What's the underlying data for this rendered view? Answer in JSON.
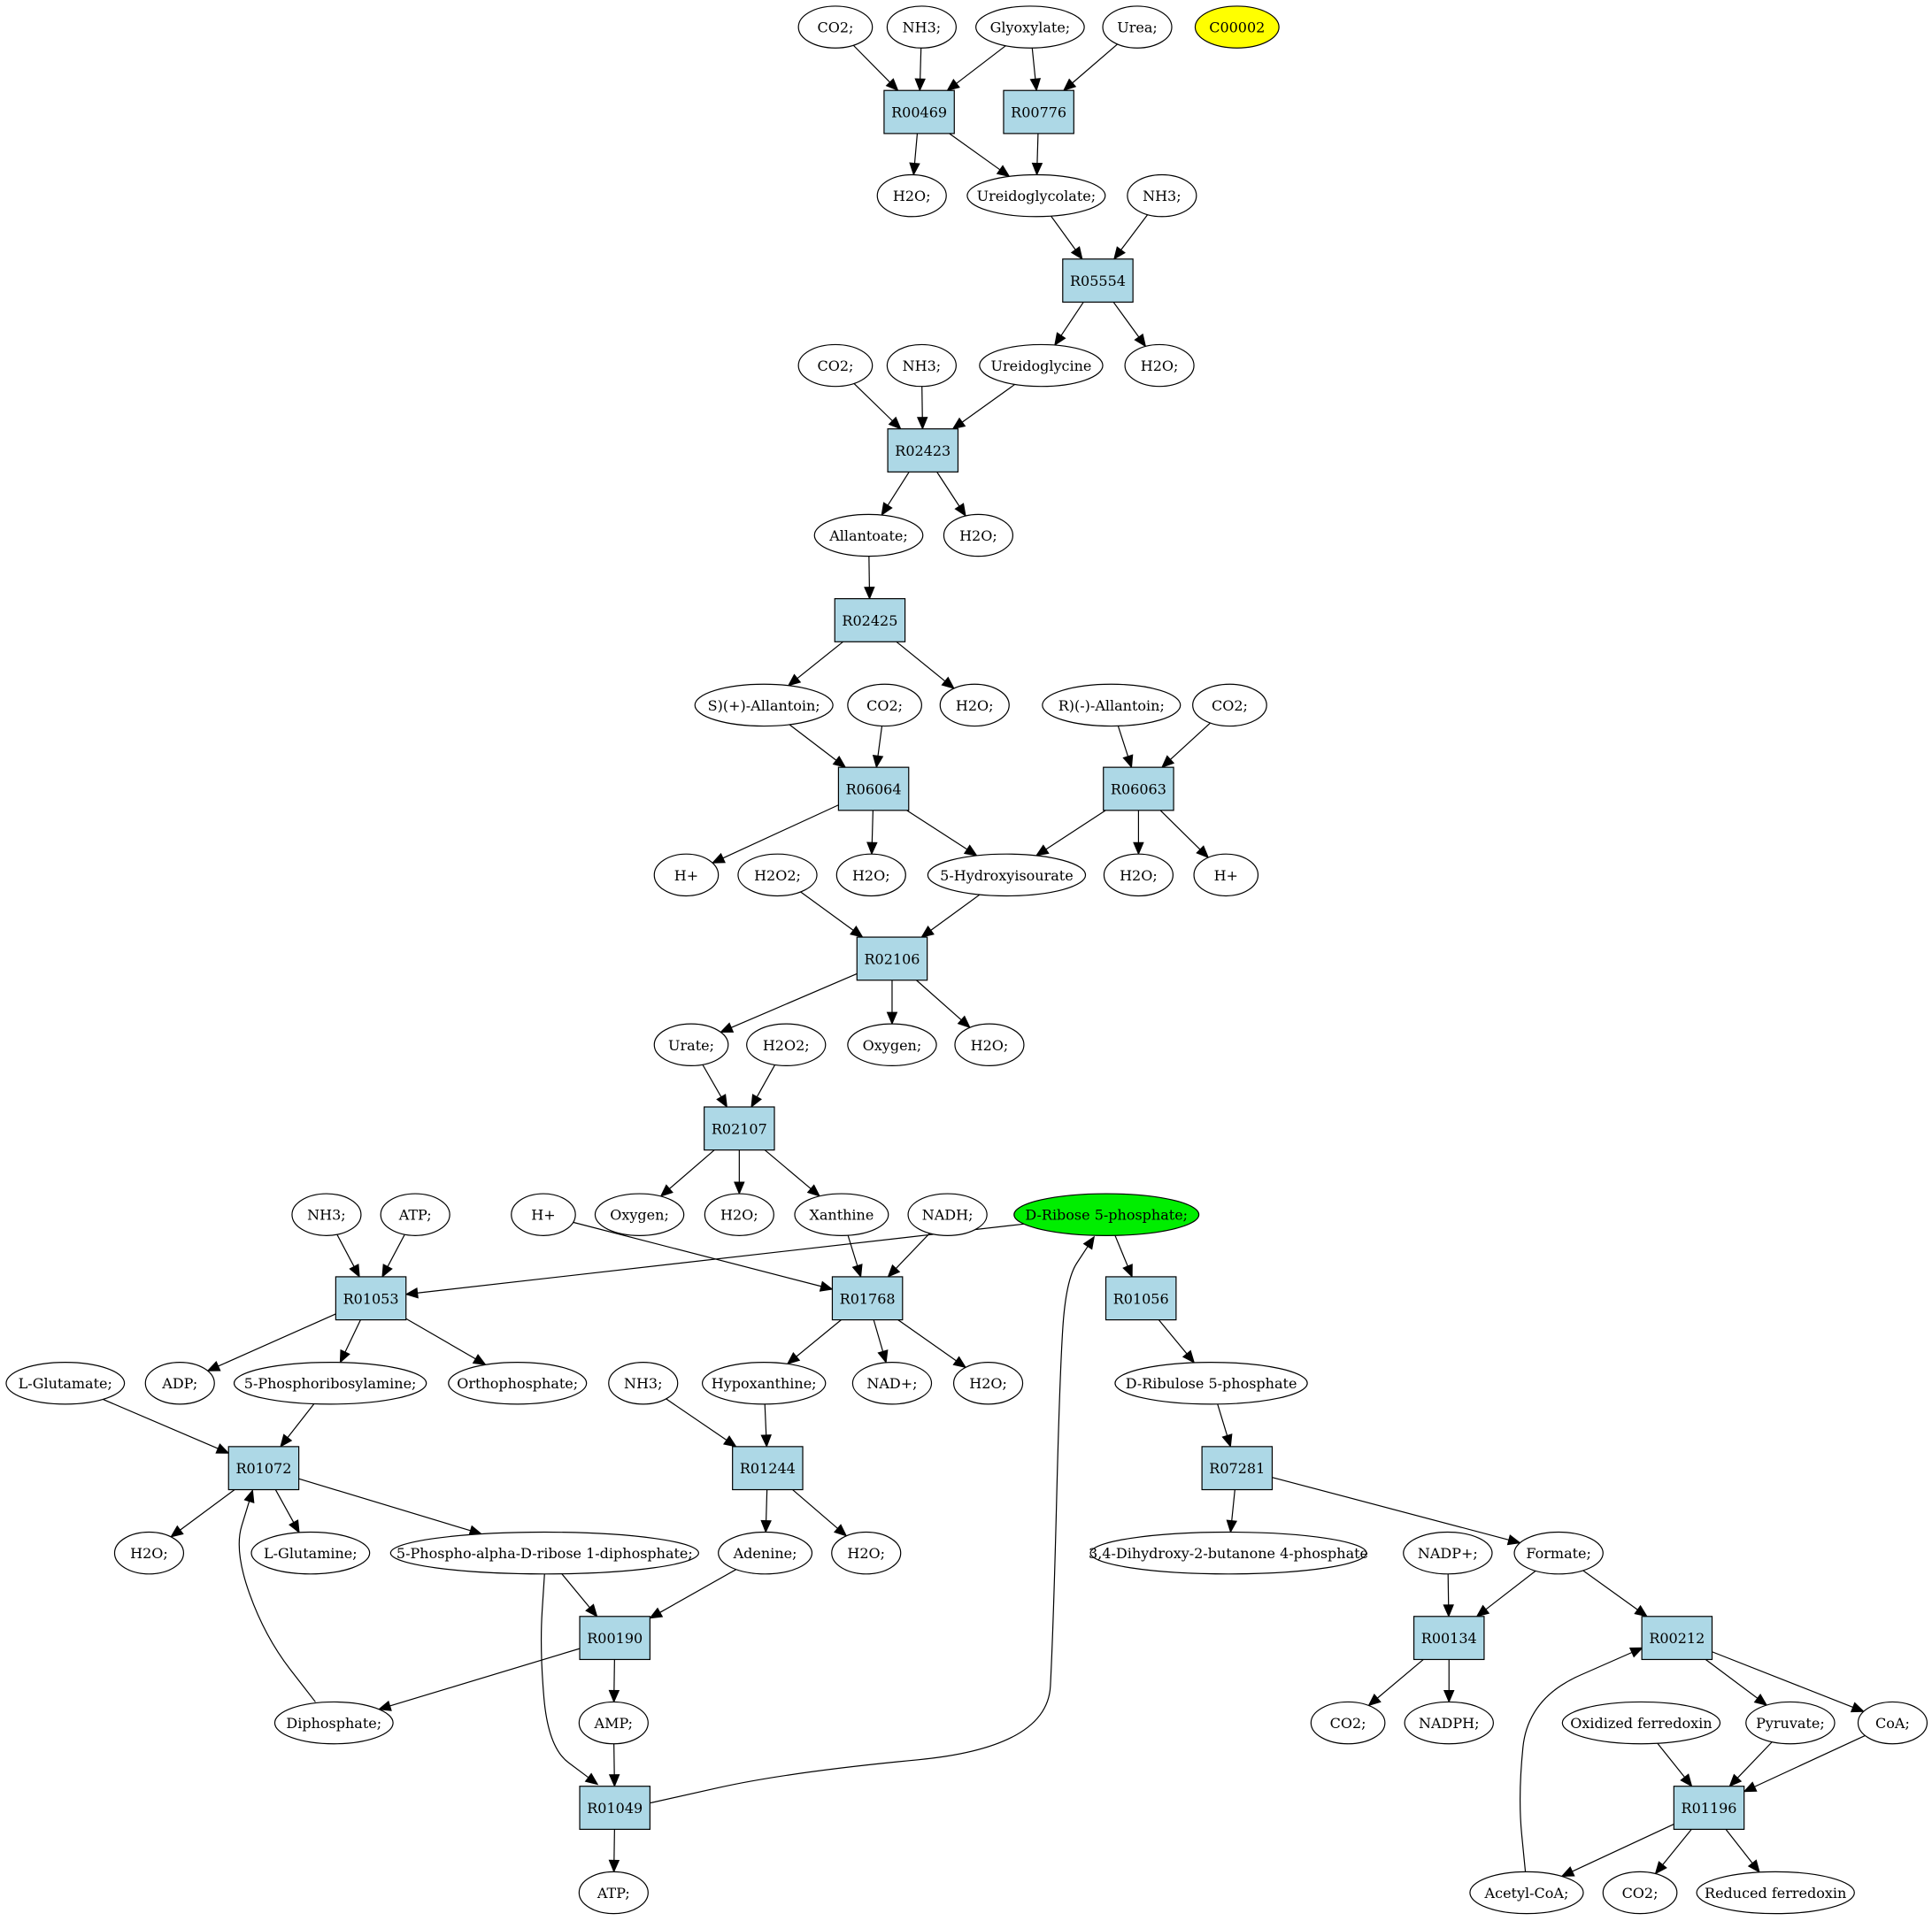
{
  "colors": {
    "reaction_fill": "#add8e6",
    "compound_fill": "#ffffff",
    "highlight_yellow": "#ffff00",
    "highlight_green": "#00ee00",
    "stroke": "#000000"
  },
  "nodes": [
    {
      "id": "c_co2_1",
      "label": "CO2;",
      "kind": "compound"
    },
    {
      "id": "c_nh3_1",
      "label": "NH3;",
      "kind": "compound"
    },
    {
      "id": "c_glyoxylate",
      "label": "Glyoxylate;",
      "kind": "compound"
    },
    {
      "id": "c_urea",
      "label": "Urea;",
      "kind": "compound"
    },
    {
      "id": "c_c00002",
      "label": "C00002",
      "kind": "compound",
      "fill": "#ffff00"
    },
    {
      "id": "r_R00469",
      "label": "R00469",
      "kind": "reaction"
    },
    {
      "id": "r_R00776",
      "label": "R00776",
      "kind": "reaction"
    },
    {
      "id": "c_h2o_1",
      "label": "H2O;",
      "kind": "compound"
    },
    {
      "id": "c_ureidoglycolate",
      "label": "Ureidoglycolate;",
      "kind": "compound"
    },
    {
      "id": "c_nh3_2",
      "label": "NH3;",
      "kind": "compound"
    },
    {
      "id": "r_R05554",
      "label": "R05554",
      "kind": "reaction"
    },
    {
      "id": "c_co2_2",
      "label": "CO2;",
      "kind": "compound"
    },
    {
      "id": "c_nh3_3",
      "label": "NH3;",
      "kind": "compound"
    },
    {
      "id": "c_ureidoglycine",
      "label": "Ureidoglycine",
      "kind": "compound"
    },
    {
      "id": "c_h2o_2",
      "label": "H2O;",
      "kind": "compound"
    },
    {
      "id": "r_R02423",
      "label": "R02423",
      "kind": "reaction"
    },
    {
      "id": "c_allantoate",
      "label": "Allantoate;",
      "kind": "compound"
    },
    {
      "id": "c_h2o_3",
      "label": "H2O;",
      "kind": "compound"
    },
    {
      "id": "r_R02425",
      "label": "R02425",
      "kind": "reaction"
    },
    {
      "id": "c_s_allantoin",
      "label": "S)(+)-Allantoin;",
      "kind": "compound"
    },
    {
      "id": "c_co2_3",
      "label": "CO2;",
      "kind": "compound"
    },
    {
      "id": "c_h2o_4",
      "label": "H2O;",
      "kind": "compound"
    },
    {
      "id": "c_r_allantoin",
      "label": "R)(-)-Allantoin;",
      "kind": "compound"
    },
    {
      "id": "c_co2_4",
      "label": "CO2;",
      "kind": "compound"
    },
    {
      "id": "r_R06064",
      "label": "R06064",
      "kind": "reaction"
    },
    {
      "id": "r_R06063",
      "label": "R06063",
      "kind": "reaction"
    },
    {
      "id": "c_hplus_1",
      "label": "H+",
      "kind": "compound"
    },
    {
      "id": "c_h2o2_1",
      "label": "H2O2;",
      "kind": "compound"
    },
    {
      "id": "c_h2o_5",
      "label": "H2O;",
      "kind": "compound"
    },
    {
      "id": "c_hydroxyisourate",
      "label": "5-Hydroxyisourate",
      "kind": "compound"
    },
    {
      "id": "c_h2o_6",
      "label": "H2O;",
      "kind": "compound"
    },
    {
      "id": "c_hplus_2",
      "label": "H+",
      "kind": "compound"
    },
    {
      "id": "r_R02106",
      "label": "R02106",
      "kind": "reaction"
    },
    {
      "id": "c_urate",
      "label": "Urate;",
      "kind": "compound"
    },
    {
      "id": "c_h2o2_2",
      "label": "H2O2;",
      "kind": "compound"
    },
    {
      "id": "c_oxygen_1",
      "label": "Oxygen;",
      "kind": "compound"
    },
    {
      "id": "c_h2o_7",
      "label": "H2O;",
      "kind": "compound"
    },
    {
      "id": "r_R02107",
      "label": "R02107",
      "kind": "reaction"
    },
    {
      "id": "c_nh3_4",
      "label": "NH3;",
      "kind": "compound"
    },
    {
      "id": "c_atp_1",
      "label": "ATP;",
      "kind": "compound"
    },
    {
      "id": "c_hplus_3",
      "label": "H+",
      "kind": "compound"
    },
    {
      "id": "c_oxygen_2",
      "label": "Oxygen;",
      "kind": "compound"
    },
    {
      "id": "c_h2o_8",
      "label": "H2O;",
      "kind": "compound"
    },
    {
      "id": "c_xanthine",
      "label": "Xanthine",
      "kind": "compound"
    },
    {
      "id": "c_nadh",
      "label": "NADH;",
      "kind": "compound"
    },
    {
      "id": "c_ribose5p",
      "label": "D-Ribose 5-phosphate;",
      "kind": "compound",
      "fill": "#00ee00"
    },
    {
      "id": "r_R01053",
      "label": "R01053",
      "kind": "reaction"
    },
    {
      "id": "r_R01768",
      "label": "R01768",
      "kind": "reaction"
    },
    {
      "id": "r_R01056",
      "label": "R01056",
      "kind": "reaction"
    },
    {
      "id": "c_lglutamate",
      "label": "L-Glutamate;",
      "kind": "compound"
    },
    {
      "id": "c_adp",
      "label": "ADP;",
      "kind": "compound"
    },
    {
      "id": "c_prpamine",
      "label": "5-Phosphoribosylamine;",
      "kind": "compound"
    },
    {
      "id": "c_orthophosphate",
      "label": "Orthophosphate;",
      "kind": "compound"
    },
    {
      "id": "c_nh3_5",
      "label": "NH3;",
      "kind": "compound"
    },
    {
      "id": "c_hypoxanthine",
      "label": "Hypoxanthine;",
      "kind": "compound"
    },
    {
      "id": "c_nadplus",
      "label": "NAD+;",
      "kind": "compound"
    },
    {
      "id": "c_h2o_9",
      "label": "H2O;",
      "kind": "compound"
    },
    {
      "id": "c_ribulose5p",
      "label": "D-Ribulose 5-phosphate",
      "kind": "compound"
    },
    {
      "id": "r_R01072",
      "label": "R01072",
      "kind": "reaction"
    },
    {
      "id": "r_R01244",
      "label": "R01244",
      "kind": "reaction"
    },
    {
      "id": "r_R07281",
      "label": "R07281",
      "kind": "reaction"
    },
    {
      "id": "c_h2o_10",
      "label": "H2O;",
      "kind": "compound"
    },
    {
      "id": "c_lglutamine",
      "label": "L-Glutamine;",
      "kind": "compound"
    },
    {
      "id": "c_prpp",
      "label": "5-Phospho-alpha-D-ribose 1-diphosphate;",
      "kind": "compound"
    },
    {
      "id": "c_adenine",
      "label": "Adenine;",
      "kind": "compound"
    },
    {
      "id": "c_h2o_11",
      "label": "H2O;",
      "kind": "compound"
    },
    {
      "id": "c_dhbp",
      "label": "3,4-Dihydroxy-2-butanone 4-phosphate",
      "kind": "compound"
    },
    {
      "id": "c_nadpplus",
      "label": "NADP+;",
      "kind": "compound"
    },
    {
      "id": "c_formate",
      "label": "Formate;",
      "kind": "compound"
    },
    {
      "id": "r_R00190",
      "label": "R00190",
      "kind": "reaction"
    },
    {
      "id": "r_R00134",
      "label": "R00134",
      "kind": "reaction"
    },
    {
      "id": "r_R00212",
      "label": "R00212",
      "kind": "reaction"
    },
    {
      "id": "c_diphosphate",
      "label": "Diphosphate;",
      "kind": "compound"
    },
    {
      "id": "c_amp",
      "label": "AMP;",
      "kind": "compound"
    },
    {
      "id": "c_co2_5",
      "label": "CO2;",
      "kind": "compound"
    },
    {
      "id": "c_nadph",
      "label": "NADPH;",
      "kind": "compound"
    },
    {
      "id": "c_oxferredoxin",
      "label": "Oxidized ferredoxin",
      "kind": "compound"
    },
    {
      "id": "c_pyruvate",
      "label": "Pyruvate;",
      "kind": "compound"
    },
    {
      "id": "c_coa",
      "label": "CoA;",
      "kind": "compound"
    },
    {
      "id": "r_R01049",
      "label": "R01049",
      "kind": "reaction"
    },
    {
      "id": "r_R01196",
      "label": "R01196",
      "kind": "reaction"
    },
    {
      "id": "c_atp_2",
      "label": "ATP;",
      "kind": "compound"
    },
    {
      "id": "c_acetylcoa",
      "label": "Acetyl-CoA;",
      "kind": "compound"
    },
    {
      "id": "c_co2_6",
      "label": "CO2;",
      "kind": "compound"
    },
    {
      "id": "c_redferredoxin",
      "label": "Reduced ferredoxin",
      "kind": "compound"
    }
  ],
  "edges": [
    [
      "c_co2_1",
      "r_R00469"
    ],
    [
      "c_nh3_1",
      "r_R00469"
    ],
    [
      "c_glyoxylate",
      "r_R00469"
    ],
    [
      "c_glyoxylate",
      "r_R00776"
    ],
    [
      "c_urea",
      "r_R00776"
    ],
    [
      "r_R00469",
      "c_h2o_1"
    ],
    [
      "r_R00469",
      "c_ureidoglycolate"
    ],
    [
      "r_R00776",
      "c_ureidoglycolate"
    ],
    [
      "c_ureidoglycolate",
      "r_R05554"
    ],
    [
      "c_nh3_2",
      "r_R05554"
    ],
    [
      "r_R05554",
      "c_ureidoglycine"
    ],
    [
      "r_R05554",
      "c_h2o_2"
    ],
    [
      "c_co2_2",
      "r_R02423"
    ],
    [
      "c_nh3_3",
      "r_R02423"
    ],
    [
      "c_ureidoglycine",
      "r_R02423"
    ],
    [
      "r_R02423",
      "c_allantoate"
    ],
    [
      "r_R02423",
      "c_h2o_3"
    ],
    [
      "c_allantoate",
      "r_R02425"
    ],
    [
      "r_R02425",
      "c_s_allantoin"
    ],
    [
      "r_R02425",
      "c_h2o_4"
    ],
    [
      "c_s_allantoin",
      "r_R06064"
    ],
    [
      "c_co2_3",
      "r_R06064"
    ],
    [
      "c_r_allantoin",
      "r_R06063"
    ],
    [
      "c_co2_4",
      "r_R06063"
    ],
    [
      "r_R06064",
      "c_hplus_1"
    ],
    [
      "r_R06064",
      "c_h2o_5"
    ],
    [
      "r_R06064",
      "c_hydroxyisourate"
    ],
    [
      "r_R06063",
      "c_hydroxyisourate"
    ],
    [
      "r_R06063",
      "c_h2o_6"
    ],
    [
      "r_R06063",
      "c_hplus_2"
    ],
    [
      "c_h2o2_1",
      "r_R02106"
    ],
    [
      "c_hydroxyisourate",
      "r_R02106"
    ],
    [
      "r_R02106",
      "c_urate"
    ],
    [
      "r_R02106",
      "c_oxygen_1"
    ],
    [
      "r_R02106",
      "c_h2o_7"
    ],
    [
      "c_urate",
      "r_R02107"
    ],
    [
      "c_h2o2_2",
      "r_R02107"
    ],
    [
      "r_R02107",
      "c_oxygen_2"
    ],
    [
      "r_R02107",
      "c_h2o_8"
    ],
    [
      "r_R02107",
      "c_xanthine"
    ],
    [
      "c_nh3_4",
      "r_R01053"
    ],
    [
      "c_atp_1",
      "r_R01053"
    ],
    [
      "c_ribose5p",
      "r_R01053"
    ],
    [
      "c_hplus_3",
      "r_R01768"
    ],
    [
      "c_xanthine",
      "r_R01768"
    ],
    [
      "c_nadh",
      "r_R01768"
    ],
    [
      "c_ribose5p",
      "r_R01056"
    ],
    [
      "r_R01053",
      "c_adp"
    ],
    [
      "r_R01053",
      "c_prpamine"
    ],
    [
      "r_R01053",
      "c_orthophosphate"
    ],
    [
      "r_R01768",
      "c_hypoxanthine"
    ],
    [
      "r_R01768",
      "c_nadplus"
    ],
    [
      "r_R01768",
      "c_h2o_9"
    ],
    [
      "r_R01056",
      "c_ribulose5p"
    ],
    [
      "c_lglutamate",
      "r_R01072"
    ],
    [
      "c_prpamine",
      "r_R01072"
    ],
    [
      "c_nh3_5",
      "r_R01244"
    ],
    [
      "c_hypoxanthine",
      "r_R01244"
    ],
    [
      "c_ribulose5p",
      "r_R07281"
    ],
    [
      "r_R01072",
      "c_h2o_10"
    ],
    [
      "r_R01072",
      "c_lglutamine"
    ],
    [
      "r_R01072",
      "c_prpp"
    ],
    [
      "r_R01244",
      "c_adenine"
    ],
    [
      "r_R01244",
      "c_h2o_11"
    ],
    [
      "r_R07281",
      "c_dhbp"
    ],
    [
      "r_R07281",
      "c_formate"
    ],
    [
      "c_prpp",
      "r_R00190"
    ],
    [
      "c_adenine",
      "r_R00190"
    ],
    [
      "c_nadpplus",
      "r_R00134"
    ],
    [
      "c_formate",
      "r_R00134"
    ],
    [
      "c_formate",
      "r_R00212"
    ],
    [
      "r_R00190",
      "c_diphosphate"
    ],
    [
      "r_R00190",
      "c_amp"
    ],
    [
      "c_diphosphate",
      "r_R01072"
    ],
    [
      "r_R00134",
      "c_co2_5"
    ],
    [
      "r_R00134",
      "c_nadph"
    ],
    [
      "r_R00212",
      "c_pyruvate"
    ],
    [
      "r_R00212",
      "c_coa"
    ],
    [
      "c_prpp",
      "r_R01049"
    ],
    [
      "c_amp",
      "r_R01049"
    ],
    [
      "r_R01049",
      "c_ribose5p"
    ],
    [
      "r_R01049",
      "c_atp_2"
    ],
    [
      "c_oxferredoxin",
      "r_R01196"
    ],
    [
      "c_pyruvate",
      "r_R01196"
    ],
    [
      "c_coa",
      "r_R01196"
    ],
    [
      "r_R01196",
      "c_acetylcoa"
    ],
    [
      "r_R01196",
      "c_co2_6"
    ],
    [
      "r_R01196",
      "c_redferredoxin"
    ],
    [
      "c_acetylcoa",
      "r_R00212"
    ]
  ]
}
